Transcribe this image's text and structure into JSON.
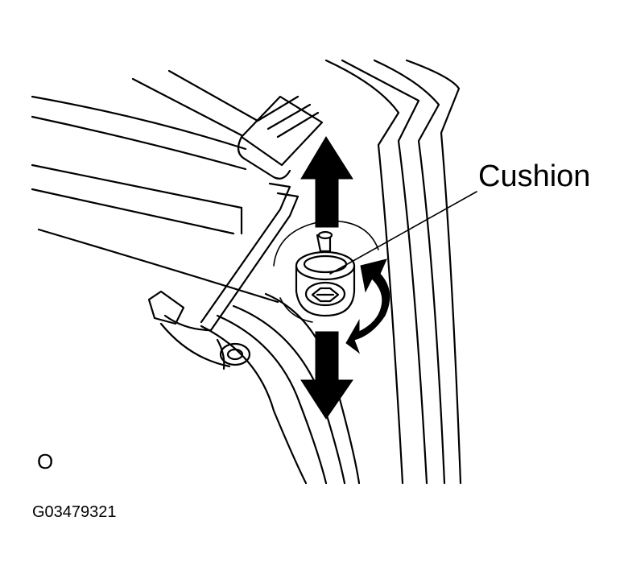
{
  "labels": {
    "callout": "Cushion",
    "view_marker": "O",
    "figure_id": "G03479321"
  },
  "colors": {
    "line": "#000000",
    "background": "#ffffff"
  },
  "icons": {
    "vertical_arrows": "double-vertical-arrow-icon",
    "rotation_arrow": "rotation-arrow-icon"
  }
}
